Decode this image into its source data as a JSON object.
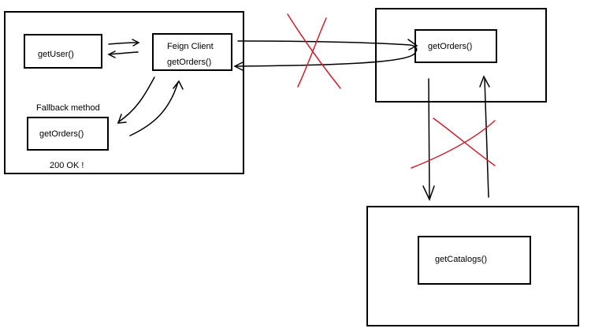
{
  "service_left": {
    "get_user": "getUser()",
    "feign_client_title": "Feign Client",
    "feign_client_method": "getOrders()",
    "fallback_title": "Fallback method",
    "fallback_method": "getOrders()",
    "status": "200 OK !"
  },
  "service_orders": {
    "method": "getOrders()"
  },
  "service_catalogs": {
    "method": "getCatalogs()"
  },
  "colors": {
    "stroke": "#000000",
    "failure_cross": "#cc1f2d"
  }
}
